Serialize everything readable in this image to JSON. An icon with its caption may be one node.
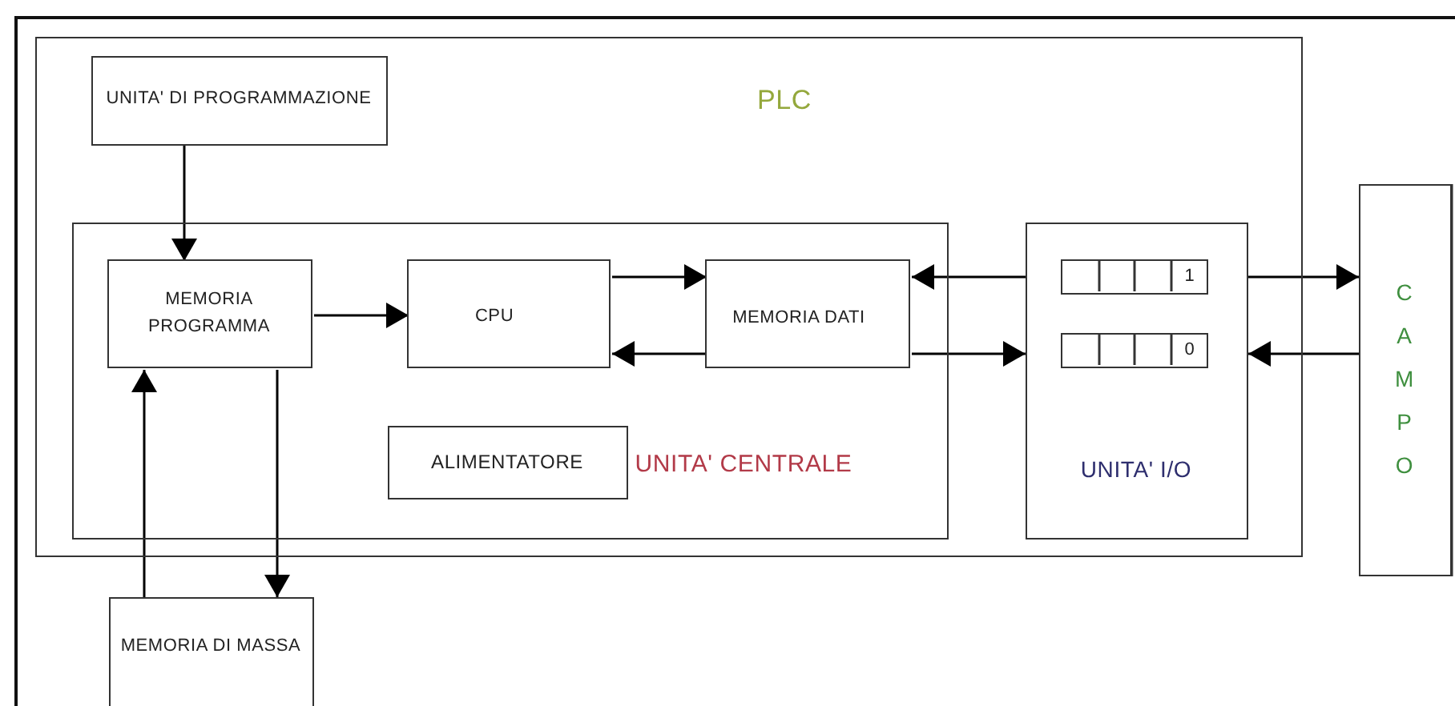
{
  "diagram": {
    "nodes": [
      {
        "text": [
          "PLC"
        ]
      },
      {
        "text": [
          "UNITA' DI PROGRAMMAZIONE"
        ],
        "in": 0
      },
      {
        "text": [
          "UNITA' CENTRALE"
        ],
        "in": 0
      },
      {
        "text": [
          "MEMORIA PROGRAMMA"
        ],
        "in": 2
      },
      {
        "text": [
          "CPU"
        ],
        "in": 2
      },
      {
        "text": [
          "MEMORIA DATI"
        ],
        "in": 2
      },
      {
        "text": [
          "ALIMENTATORE"
        ],
        "in": 2
      },
      {
        "text": [
          "UNITA' I/O"
        ],
        "in": 0
      },
      {
        "text": [
          "1"
        ],
        "in": 7
      },
      {
        "text": [
          "0"
        ],
        "in": 7
      },
      {
        "text": [
          "C A M P O"
        ]
      },
      {
        "text": [
          "MEMORIA DI MASSA"
        ]
      }
    ],
    "edges": [
      {
        "from": 1,
        "to": 3,
        "arrow": "to"
      },
      {
        "from": 3,
        "to": 4,
        "arrow": "to"
      },
      {
        "from": 4,
        "to": 5,
        "arrow": "to"
      },
      {
        "from": 5,
        "to": 4,
        "arrow": "to"
      },
      {
        "from": 7,
        "to": 5,
        "arrow": "to"
      },
      {
        "from": 5,
        "to": 7,
        "arrow": "to"
      },
      {
        "from": 7,
        "to": 10,
        "arrow": "to"
      },
      {
        "from": 10,
        "to": 7,
        "arrow": "to"
      },
      {
        "from": 3,
        "to": 11,
        "arrow": "to"
      },
      {
        "from": 11,
        "to": 3,
        "arrow": "to"
      }
    ]
  }
}
